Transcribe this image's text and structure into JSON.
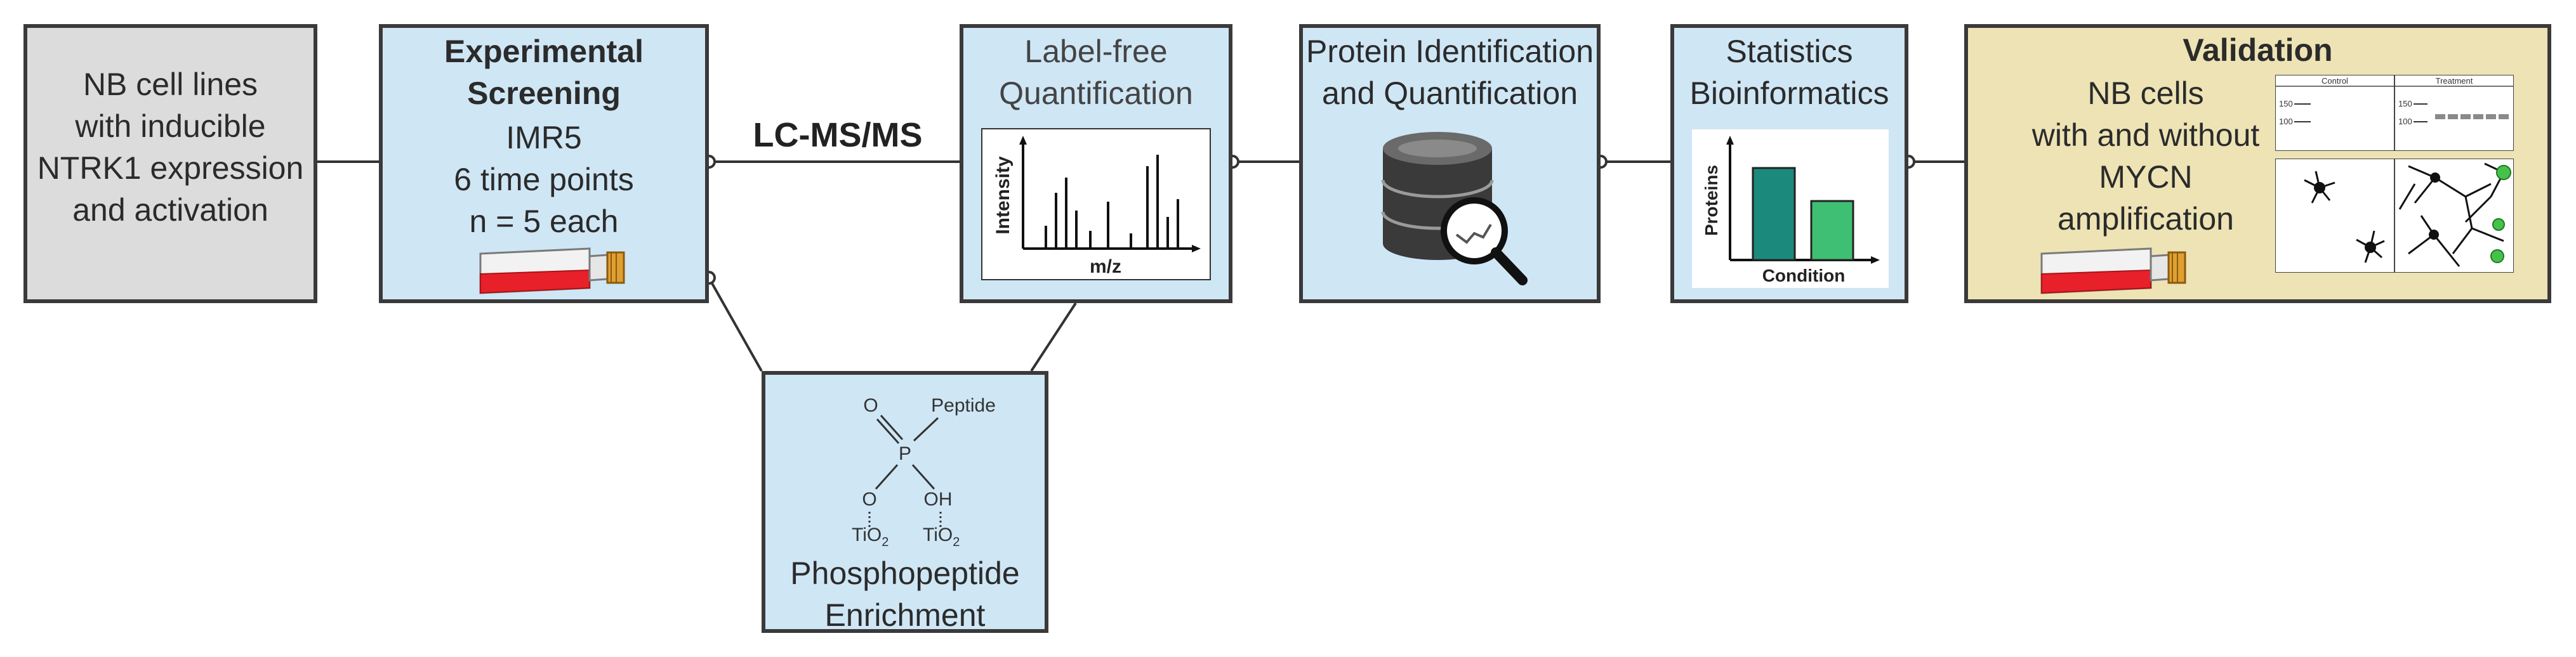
{
  "input_box": {
    "text": "NB cell lines\nwith inducible\nNTRK1 expression\nand activation"
  },
  "screening_box": {
    "title": "Experimental\nScreening",
    "text": "IMR5\n6 time points\nn = 5 each",
    "flask_icon": "cell-culture-flask-icon"
  },
  "connector_label": "LC-MS/MS",
  "quantification_box": {
    "title": "Label-free\nQuantification",
    "spectrum": {
      "ylabel": "Intensity",
      "xlabel": "m/z"
    }
  },
  "enrichment_box": {
    "labels": {
      "o_top": "O",
      "peptide": "Peptide",
      "p": "P",
      "o_left": "O",
      "oh": "OH",
      "tio2": "TiO",
      "subscript": "2"
    },
    "title": "Phosphopeptide\nEnrichment"
  },
  "identification_box": {
    "title": "Protein Identification\nand Quantification",
    "icon": "database-magnifier-icon"
  },
  "statistics_box": {
    "title": "Statistics\nBioinformatics",
    "bars": {
      "ylabel": "Proteins",
      "xlabel": "Condition",
      "values": [
        0.78,
        0.5
      ],
      "colors": [
        "#1b8a7c",
        "#3fbf73"
      ]
    }
  },
  "validation_box": {
    "title": "Validation",
    "text": "NB cells\nwith and without\nMYCN\namplification",
    "blot": {
      "col1": "Control",
      "col2": "Treatment",
      "m1": "150",
      "m2": "100"
    },
    "micrograph_icon": "neurite-micrograph-icon",
    "flask_icon": "cell-culture-flask-icon"
  },
  "colors": {
    "box_blue": "#cfe6f5",
    "box_gray": "#dcdcdc",
    "box_tan": "#ede3b4",
    "outline": "#3a3a3a",
    "flask_red": "#e8202a"
  }
}
